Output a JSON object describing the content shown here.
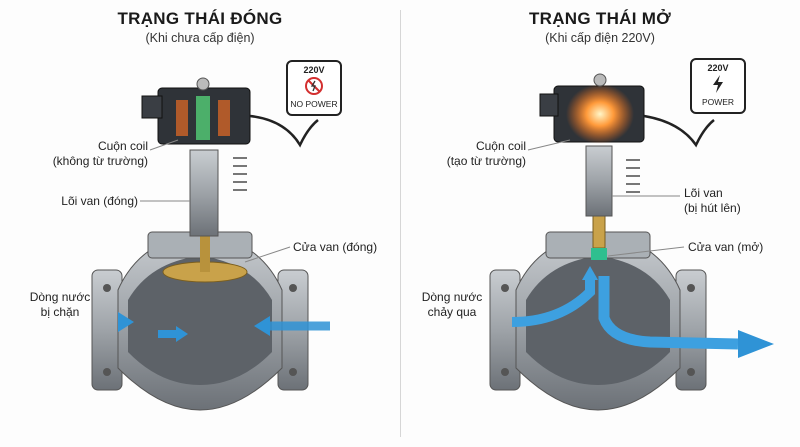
{
  "left": {
    "title": "TRẠNG THÁI ĐÓNG",
    "subtitle": "(Khi chưa cấp điện)",
    "badge": {
      "voltage": "220V",
      "status": "NO POWER",
      "icon": "no-power-icon"
    },
    "labels": {
      "coil_1": "Cuộn coil",
      "coil_2": "(không từ trường)",
      "core": "Lõi van (đóng)",
      "gate": "Cửa van (đóng)",
      "flow_1": "Dòng nước",
      "flow_2": "bị chặn"
    }
  },
  "right": {
    "title": "TRẠNG THÁI MỞ",
    "subtitle": "(Khi cấp điện 220V)",
    "badge": {
      "voltage": "220V",
      "status": "POWER",
      "icon": "lightning-icon"
    },
    "labels": {
      "coil_1": "Cuộn coil",
      "coil_2": "(tạo từ trường)",
      "core_1": "Lõi van",
      "core_2": "(bị hút lên)",
      "gate": "Cửa van (mở)",
      "flow_1": "Dòng nước",
      "flow_2": "chảy qua"
    }
  },
  "colors": {
    "water": "#4aa8e0",
    "metal": "#9aa0a6",
    "brass": "#c9a24a",
    "coil_glow": "#ff8a2a"
  }
}
